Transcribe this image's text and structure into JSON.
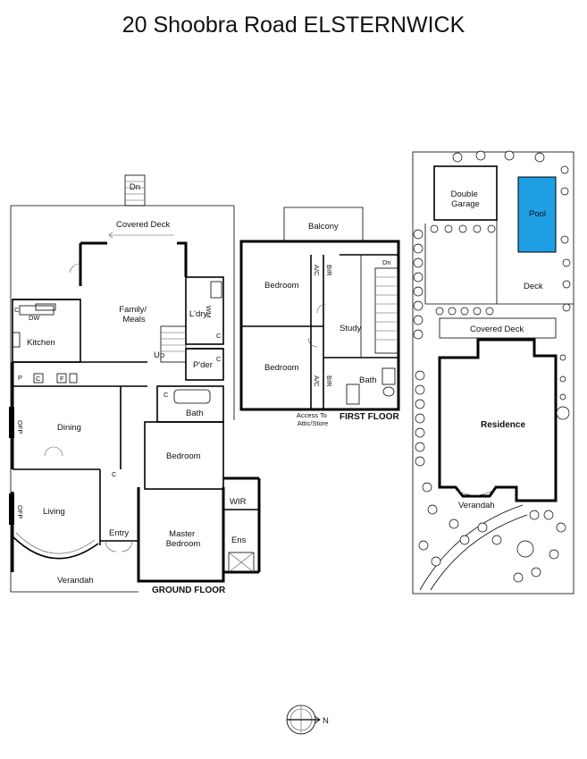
{
  "title": "20 Shoobra Road ELSTERNWICK",
  "ground_floor": {
    "caption": "GROUND FLOOR",
    "rooms": {
      "covered_deck": "Covered Deck",
      "family_meals": "Family/\nMeals",
      "kitchen": "Kitchen",
      "dw": "DW",
      "ldry": "L'dry",
      "wm": "WM",
      "pder": "P'der",
      "up": "Up",
      "dining": "Dining",
      "bath": "Bath",
      "bedroom": "Bedroom",
      "living": "Living",
      "entry": "Entry",
      "master_bedroom": "Master\nBedroom",
      "wir": "WIR",
      "ens": "Ens",
      "verandah": "Verandah",
      "dn": "Dn",
      "ofp": "OFP",
      "c": "C",
      "p": "P",
      "f": "F"
    }
  },
  "first_floor": {
    "caption": "FIRST FLOOR",
    "rooms": {
      "balcony": "Balcony",
      "bedroom": "Bedroom",
      "bir": "BIR",
      "ac": "A/C",
      "study": "Study",
      "bath": "Bath",
      "dn": "Dn",
      "access": "Access To\nAttic/Store"
    }
  },
  "site_plan": {
    "double_garage": "Double\nGarage",
    "pool": "Pool",
    "deck": "Deck",
    "covered_deck": "Covered Deck",
    "residence": "Residence",
    "verandah": "Verandah"
  },
  "compass": {
    "north_label": "N"
  },
  "colors": {
    "pool": "#1e9fe3",
    "wall": "#000000",
    "text": "#111111"
  },
  "icons": [
    "tree-icon",
    "compass-icon",
    "stair-icon",
    "door-icon"
  ]
}
